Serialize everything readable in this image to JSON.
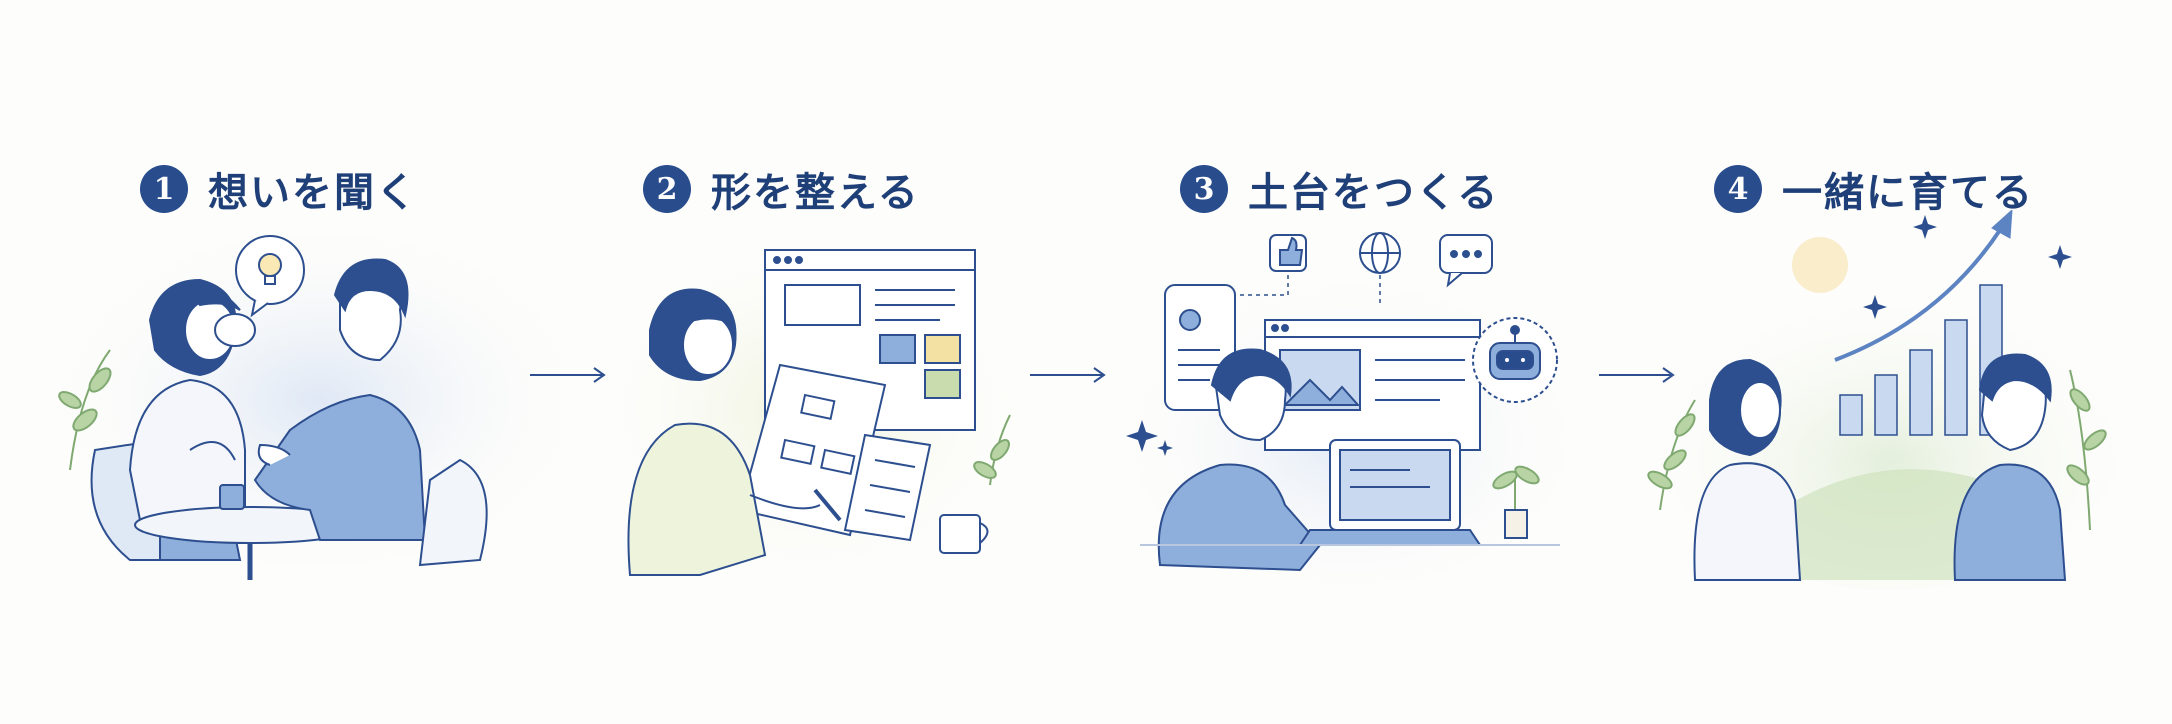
{
  "steps": [
    {
      "number": "1",
      "title": "想いを聞く"
    },
    {
      "number": "2",
      "title": "形を整える"
    },
    {
      "number": "3",
      "title": "土台をつくる"
    },
    {
      "number": "4",
      "title": "一緒に育てる"
    }
  ],
  "colors": {
    "accent": "#284c8c",
    "line": "#2d4f8f",
    "shirt_blue": "#8eaedb",
    "paper": "#ffffff",
    "leaf": "#a9c98f"
  },
  "icons": [
    "lightbulb-icon",
    "thumbs-up-icon",
    "globe-icon",
    "chat-dots-icon",
    "robot-icon",
    "growth-arrow-icon",
    "sparkle-icon"
  ]
}
